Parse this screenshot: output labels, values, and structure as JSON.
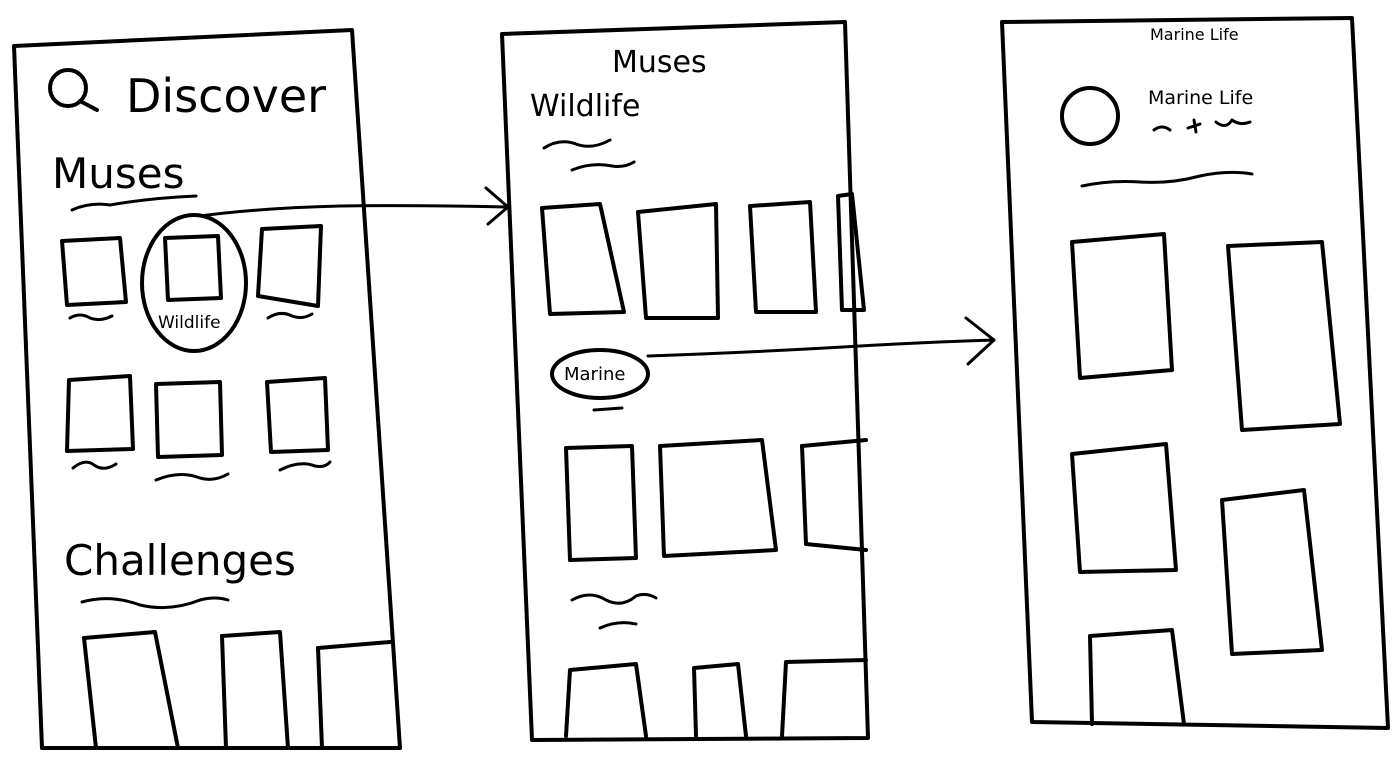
{
  "screens": [
    {
      "title": "Discover",
      "sections": [
        {
          "heading": "Muses",
          "highlighted_item": "Wildlife"
        },
        {
          "heading": "Challenges"
        }
      ]
    },
    {
      "title": "Muses",
      "sections": [
        {
          "heading": "Wildlife"
        },
        {
          "heading": "Marine"
        }
      ]
    },
    {
      "title": "Marine Life",
      "profile": {
        "name": "Marine Life"
      }
    }
  ],
  "icons": {
    "search": "search-icon"
  }
}
